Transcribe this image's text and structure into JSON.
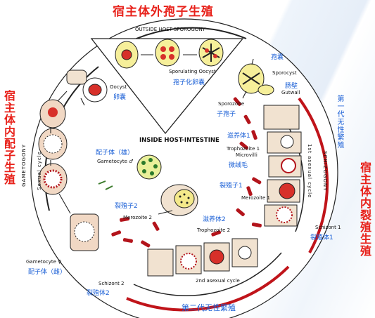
{
  "titles": {
    "top": "宿主体外孢子生殖",
    "left": "宿主体内配子生殖",
    "right": "宿主体内裂殖生殖",
    "bottom": "第二代无性繁殖",
    "right_inner": "第一代无性繁殖"
  },
  "arc_labels": {
    "outside_host": "OUTSIDE HOST-SPOROGONY",
    "inside_host": "INSIDE HOST-INTESTINE",
    "gametogony": "GAMETOGONY",
    "sexual_cycle": "Sexual cycle",
    "first_asexual": "1st asexual cycle",
    "schizogony": "SCHIZOGONY",
    "second_asexual": "2nd asexual cycle"
  },
  "stages": {
    "oocyst_en": "Oocyst",
    "oocyst_cn": "卵囊",
    "sporulating_en": "Sporulating Oocyst",
    "sporulating_cn": "孢子化卵囊",
    "sporocyst_cn": "孢囊",
    "sporocyst_en": "Sporocyst",
    "gutwall_cn": "肠壁",
    "gutwall_en": "Gutwall",
    "sporozoite_en": "Sporozoite",
    "sporozoite_cn": "子孢子",
    "trophozoite1_cn": "滋养体1",
    "trophozoite1_en": "Trophozoite 1",
    "microvilli_en": "Microvilli",
    "microvilli_cn": "微绒毛",
    "merozoite1_cn": "裂殖子1",
    "merozoite1_en": "Merozoite 1",
    "trophozoite2_cn": "滋养体2",
    "trophozoite2_en": "Trophozoite 2",
    "schizont1_en": "Schizont 1",
    "schizont1_cn": "裂殖体1",
    "merozoite2_cn": "裂殖子2",
    "merozoite2_en": "Merozoite 2",
    "gametocyte_m_cn": "配子体（雄）",
    "gametocyte_m_en": "Gametocyte ♂",
    "gametocyte_f_en": "Gametocyte ♀",
    "gametocyte_f_cn": "配子体（雌）",
    "schizont2_en": "Schizont 2",
    "schizont2_cn": "裂殖体2"
  },
  "colors": {
    "red_label": "#e8221b",
    "blue_label": "#1a5fd6",
    "arc_red": "#c0141a",
    "organism_red": "#b3141b",
    "yellow_cell": "#f4e98a"
  }
}
